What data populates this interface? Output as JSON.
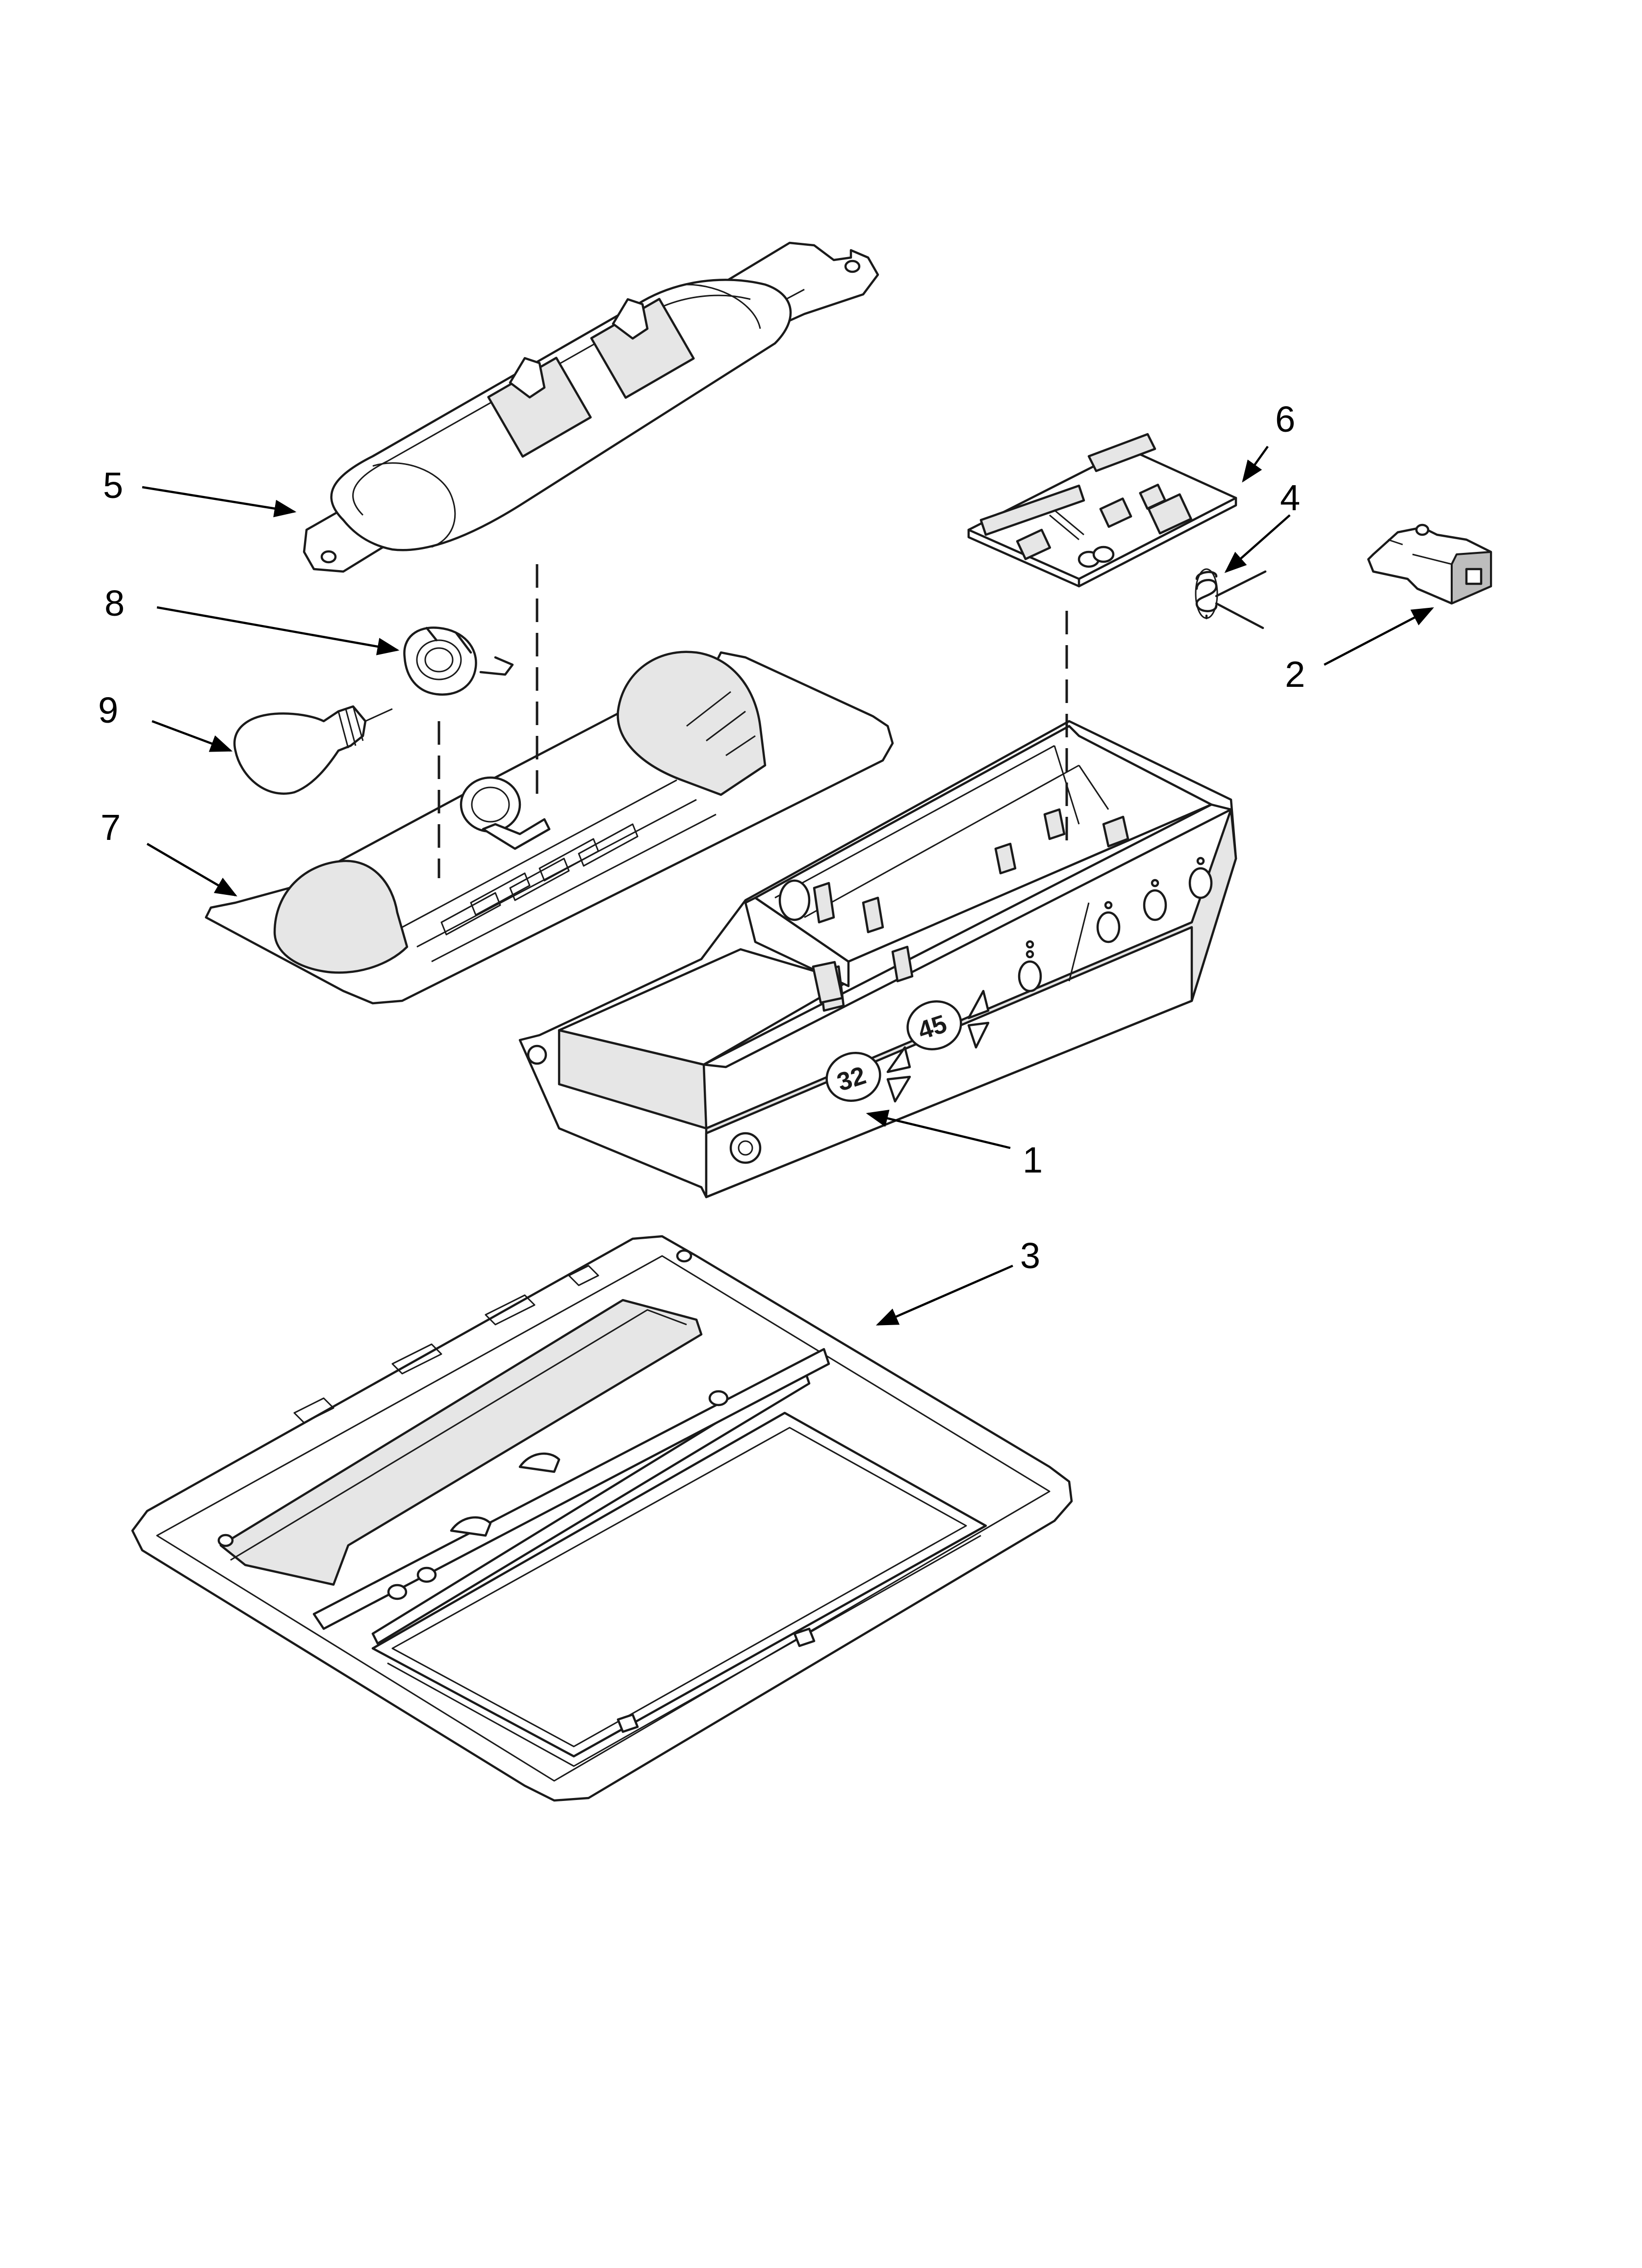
{
  "callouts": [
    {
      "id": "1",
      "label": "1"
    },
    {
      "id": "2",
      "label": "2"
    },
    {
      "id": "3",
      "label": "3"
    },
    {
      "id": "4",
      "label": "4"
    },
    {
      "id": "5",
      "label": "5"
    },
    {
      "id": "6",
      "label": "6"
    },
    {
      "id": "7",
      "label": "7"
    },
    {
      "id": "8",
      "label": "8"
    },
    {
      "id": "9",
      "label": "9"
    }
  ],
  "control_panel": {
    "display_left": "32",
    "display_right": "45"
  }
}
